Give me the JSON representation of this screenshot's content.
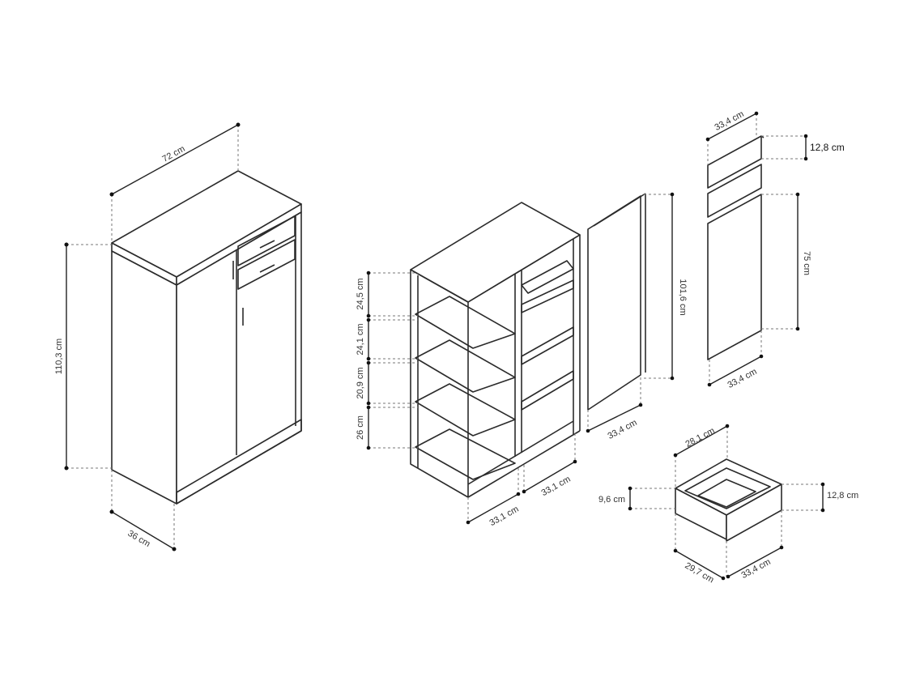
{
  "cabinet": {
    "width_label": "72 cm",
    "height_label": "110,3 cm",
    "depth_label": "36 cm"
  },
  "carcass": {
    "shelf_gaps": [
      "24,5 cm",
      "24,1 cm",
      "20,9 cm",
      "26 cm"
    ],
    "left_width_label": "33,1 cm",
    "right_width_label": "33,1 cm"
  },
  "side_panel": {
    "height_label": "101,6 cm",
    "width_label": "33,4 cm"
  },
  "fronts": {
    "top_width_label": "33,4 cm",
    "drawer_front_height_label": "12,8 cm",
    "door_height_label": "75 cm",
    "bottom_width_label": "33,4 cm"
  },
  "drawer": {
    "back_width_label": "28,1 cm",
    "inner_height_label": "9,6 cm",
    "front_height_label": "12,8 cm",
    "depth_label": "29,7 cm",
    "front_width_label": "33,4 cm"
  }
}
